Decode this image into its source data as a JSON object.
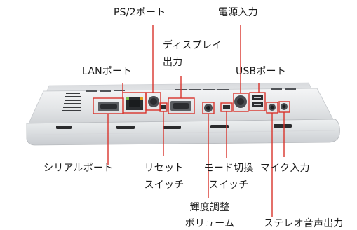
{
  "labels": {
    "ps2": "PS/2ポート",
    "power": "電源入力",
    "display_1": "ディスプレイ",
    "display_2": "出力",
    "lan": "LANポート",
    "usb": "USBポート",
    "serial": "シリアルポート",
    "reset_1": "リセット",
    "reset_2": "スイッチ",
    "mode_1": "モード切換",
    "mode_2": "スイッチ",
    "mic": "マイク入力",
    "brightness_1": "輝度調整",
    "brightness_2": "ボリューム",
    "stereo": "ステレオ音声出力"
  },
  "colors": {
    "callout": "#d9332b",
    "device_body": "#e4e6e8",
    "device_shadow": "#c2c5c9",
    "port_dark": "#2b2d30"
  }
}
